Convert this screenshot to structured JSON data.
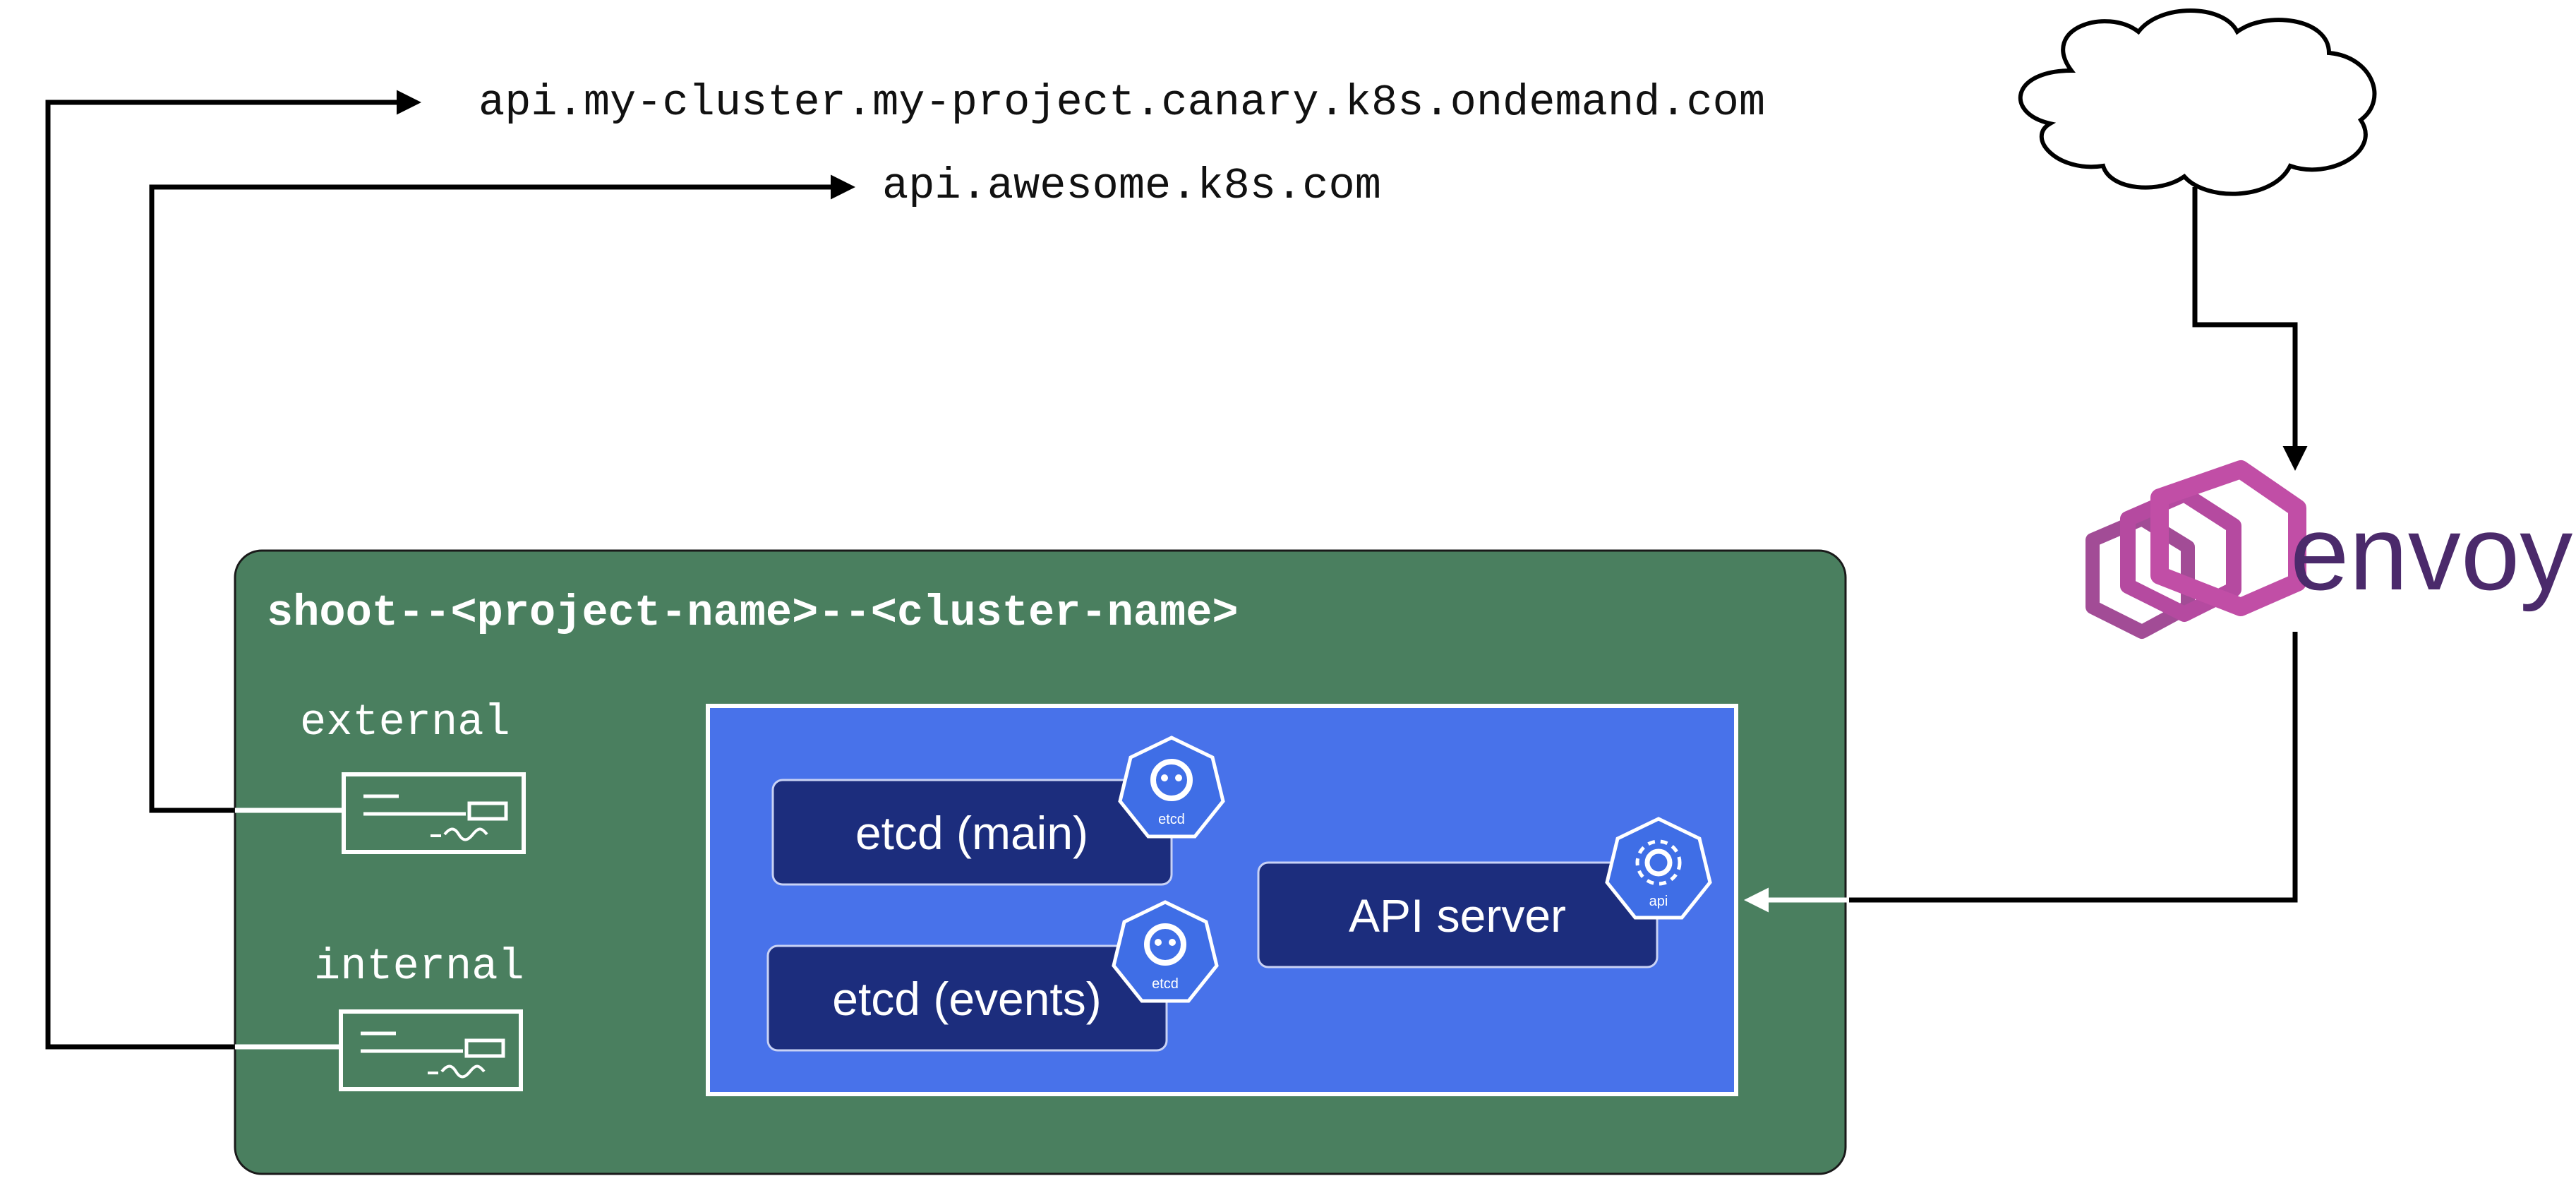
{
  "hostnames": {
    "primary": "api.my-cluster.my-project.canary.k8s.ondemand.com",
    "secondary": "api.awesome.k8s.com"
  },
  "namespace": {
    "title": "shoot--<project-name>--<cluster-name>"
  },
  "certificates": {
    "external_label": "external",
    "internal_label": "internal"
  },
  "components": {
    "etcd_main": "etcd (main)",
    "etcd_events": "etcd (events)",
    "api_server": "API server",
    "etcd_badge": "etcd",
    "api_badge": "api"
  },
  "envoy": {
    "wordmark": "envoy"
  },
  "colors": {
    "namespace_bg": "#4a7f5f",
    "inner_bg": "#4872ea",
    "component_bg": "#1c2d7d",
    "badge_bg": "#3f6ee6",
    "envoy_magenta": "#c14ea6",
    "envoy_purple": "#4b2a6b",
    "line": "#000000"
  }
}
